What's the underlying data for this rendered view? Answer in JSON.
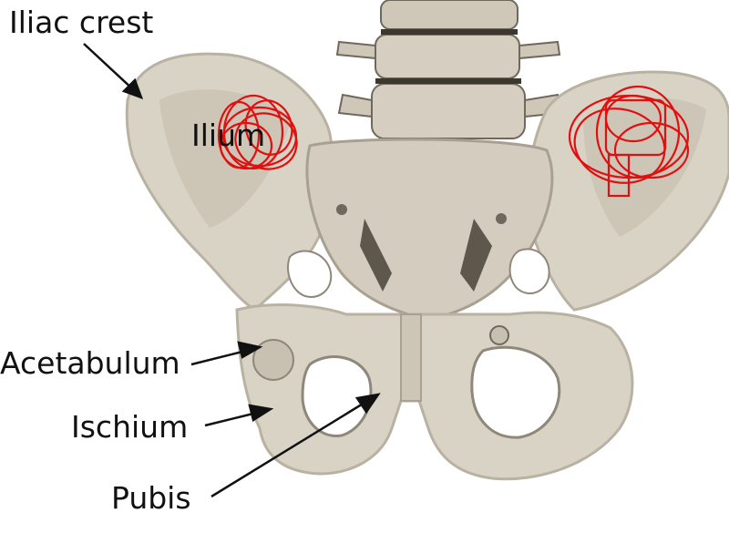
{
  "labels": {
    "iliac_crest": "Iliac crest",
    "ilium": "Ilium",
    "acetabulum": "Acetabulum",
    "ischium": "Ischium",
    "pubis": "Pubis"
  },
  "colors": {
    "bone": "#d9d3c5",
    "bone_shadow": "#b9b2a2",
    "bone_dark": "#8f877a",
    "cavity": "#ffffff",
    "arrow": "#111111",
    "scribble": "#e01010",
    "label_text": "#111111"
  }
}
